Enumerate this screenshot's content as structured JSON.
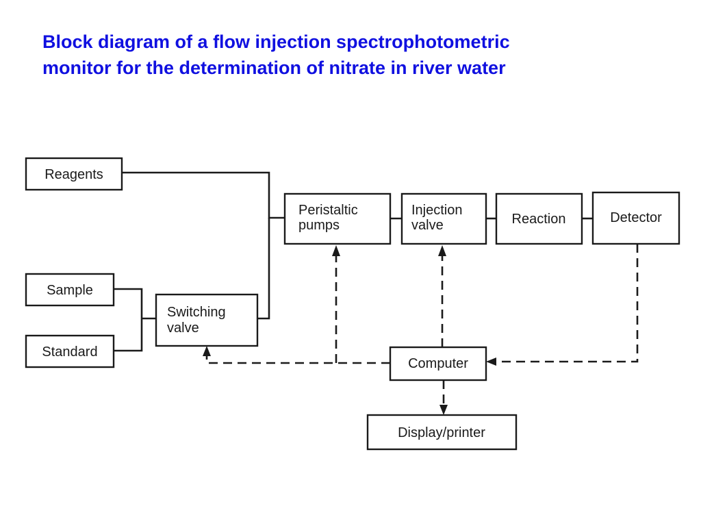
{
  "title": {
    "line1": "Block diagram of a flow injection spectrophotometric",
    "line2": "monitor for the determination of nitrate in river water"
  },
  "blocks": {
    "reagents": "Reagents",
    "sample": "Sample",
    "standard": "Standard",
    "switching_valve": [
      "Switching",
      "valve"
    ],
    "peristaltic_pumps": [
      "Peristaltic",
      "pumps"
    ],
    "injection_valve": [
      "Injection",
      "valve"
    ],
    "reaction": "Reaction",
    "detector": "Detector",
    "computer": "Computer",
    "display_printer": "Display/printer"
  }
}
